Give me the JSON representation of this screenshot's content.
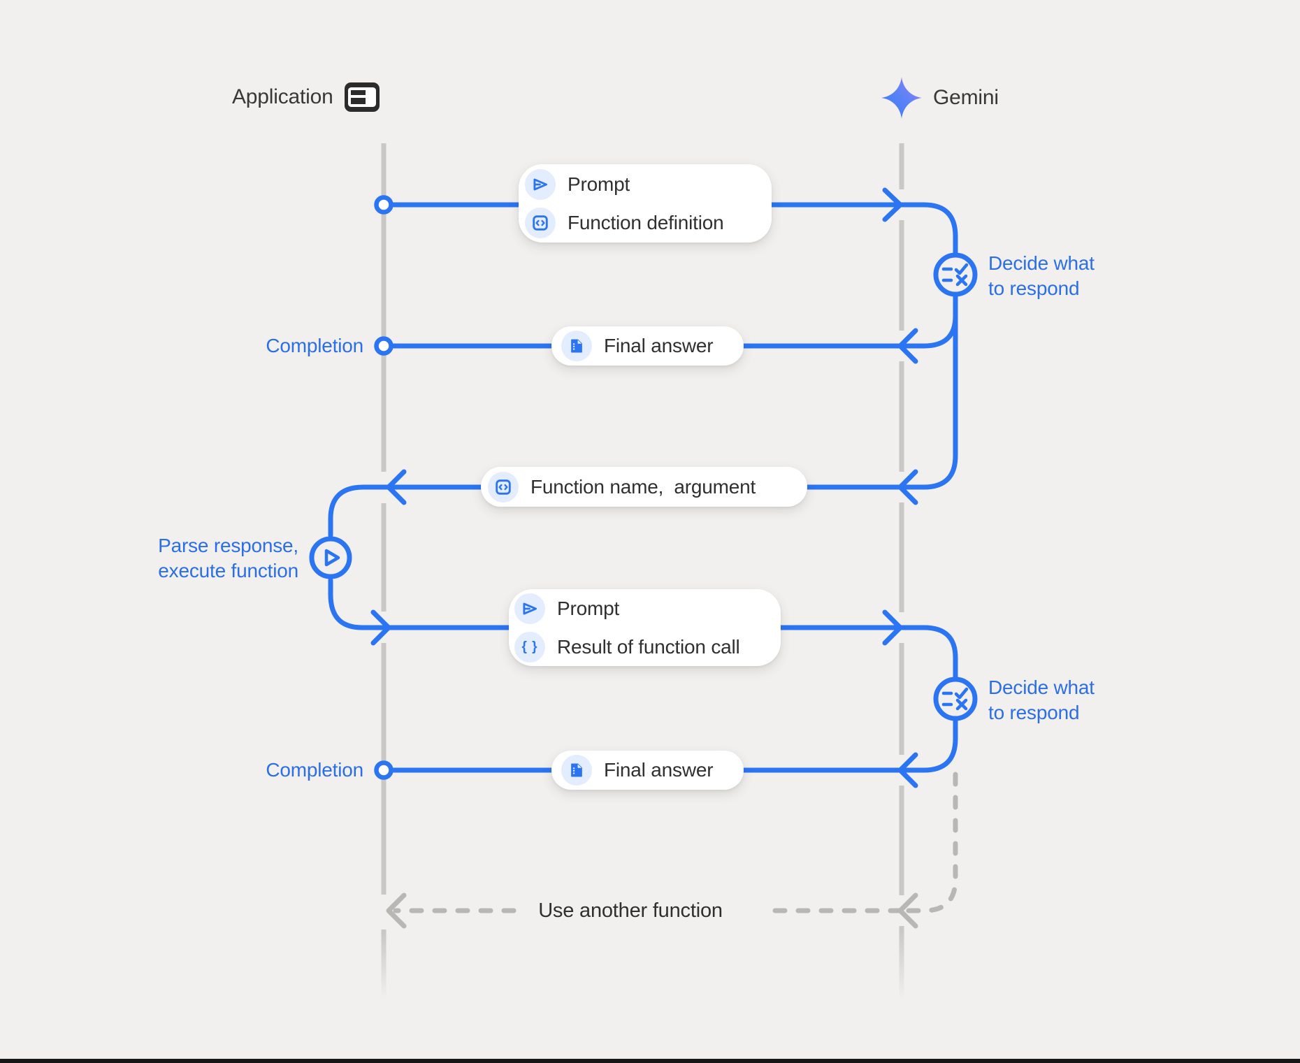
{
  "colors": {
    "background": "#f2f0ee",
    "blue": "#2b74f2",
    "blue_text": "#2b6fe6",
    "lifeline_gray": "#cac8c5",
    "dashed_gray": "#b9b7b4",
    "dark_text": "#2f2f2f",
    "icon_circle_bg": "#e3edfd"
  },
  "actors": {
    "application": {
      "label": "Application",
      "icon": "app-window-icon"
    },
    "gemini": {
      "label": "Gemini",
      "icon": "gemini-sparkle-icon"
    }
  },
  "messages": {
    "prompt_function_definition": {
      "row1_label": "Prompt",
      "row1_icon": "send-prompt-icon",
      "row2_label": "Function definition",
      "row2_icon": "code-brackets-icon"
    },
    "final_answer_1": {
      "label": "Final answer",
      "icon": "document-icon"
    },
    "function_name_argument": {
      "label": "Function name,  argument",
      "icon": "code-brackets-icon"
    },
    "prompt_result": {
      "row1_label": "Prompt",
      "row1_icon": "send-prompt-icon",
      "row2_label": "Result of function call",
      "row2_icon": "braces-icon",
      "braces_glyph": "{ }"
    },
    "final_answer_2": {
      "label": "Final answer",
      "icon": "document-icon"
    },
    "use_another_function": {
      "label": "Use another function"
    }
  },
  "annotations": {
    "completion_1": "Completion",
    "completion_2": "Completion",
    "decide_line1": "Decide what",
    "decide_line2": "to respond",
    "parse_line1": "Parse response,",
    "parse_line2": "execute function"
  }
}
